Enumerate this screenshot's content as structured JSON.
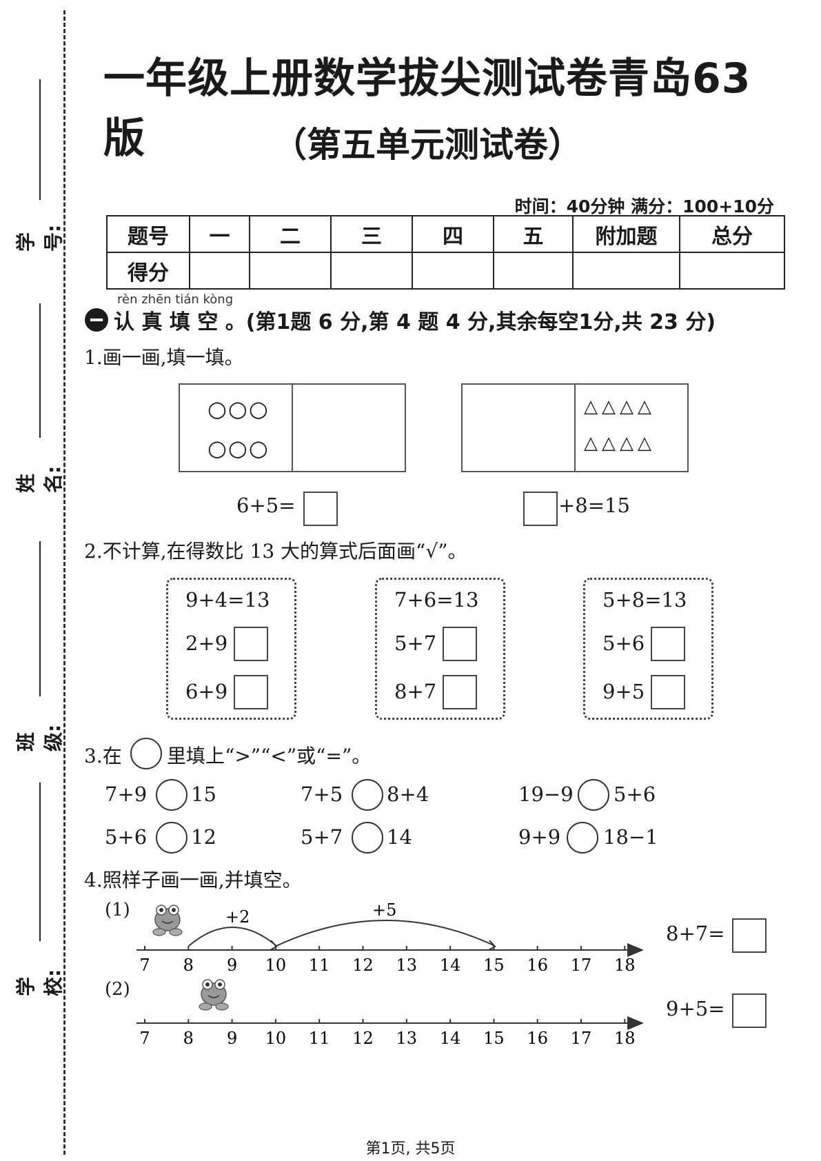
{
  "title": "一年级上册数学拔尖测试卷青岛63版",
  "subtitle": "（第五单元测试卷）",
  "time_info": "时间：40分钟  满分：100+10分",
  "side_labels": [
    "学号:",
    "姓名:",
    "班级:",
    "学校:"
  ],
  "score_table": {
    "header": [
      "题号",
      "一",
      "二",
      "三",
      "四",
      "五",
      "附加题",
      "总分"
    ],
    "row_label": "得分"
  },
  "section1": {
    "pinyin": "rèn zhēn tián kòng",
    "title": "认 真 填 空 。",
    "points": "(第1题 6 分,第 4 题 4 分,其余每空1分,共 23 分)"
  },
  "q1": {
    "prompt": "1.画一画,填一填。",
    "left_symbols": [
      "○○○",
      "○○○"
    ],
    "right_symbols": [
      "△△△△",
      "△△△△"
    ],
    "eq_left": "6+5=",
    "eq_right": "+8=15"
  },
  "q2": {
    "prompt": "2.不计算,在得数比 13 大的算式后面画“√”。",
    "groups": [
      {
        "sample": "9+4=13",
        "items": [
          "2+9",
          "6+9"
        ]
      },
      {
        "sample": "7+6=13",
        "items": [
          "5+7",
          "8+7"
        ]
      },
      {
        "sample": "5+8=13",
        "items": [
          "5+6",
          "9+5"
        ]
      }
    ]
  },
  "q3": {
    "prompt_pre": "3.在",
    "prompt_post": "里填上“>”“<”或“=”。",
    "rows": [
      [
        {
          "l": "7+9",
          "r": "15"
        },
        {
          "l": "7+5",
          "r": "8+4"
        },
        {
          "l": "19−9",
          "r": "5+6"
        }
      ],
      [
        {
          "l": "5+6",
          "r": "12"
        },
        {
          "l": "5+7",
          "r": "14"
        },
        {
          "l": "9+9",
          "r": "18−1"
        }
      ]
    ]
  },
  "q4": {
    "prompt": "4.照样子画一画,并填空。",
    "part1_label": "(1)",
    "part2_label": "(2)",
    "ticks": [
      "7",
      "8",
      "9",
      "10",
      "11",
      "12",
      "13",
      "14",
      "15",
      "16",
      "17",
      "18"
    ],
    "arc1_label": "+2",
    "arc2_label": "+5",
    "eq1": "8+7=",
    "eq2": "9+5="
  },
  "footer": "第1页, 共5页"
}
